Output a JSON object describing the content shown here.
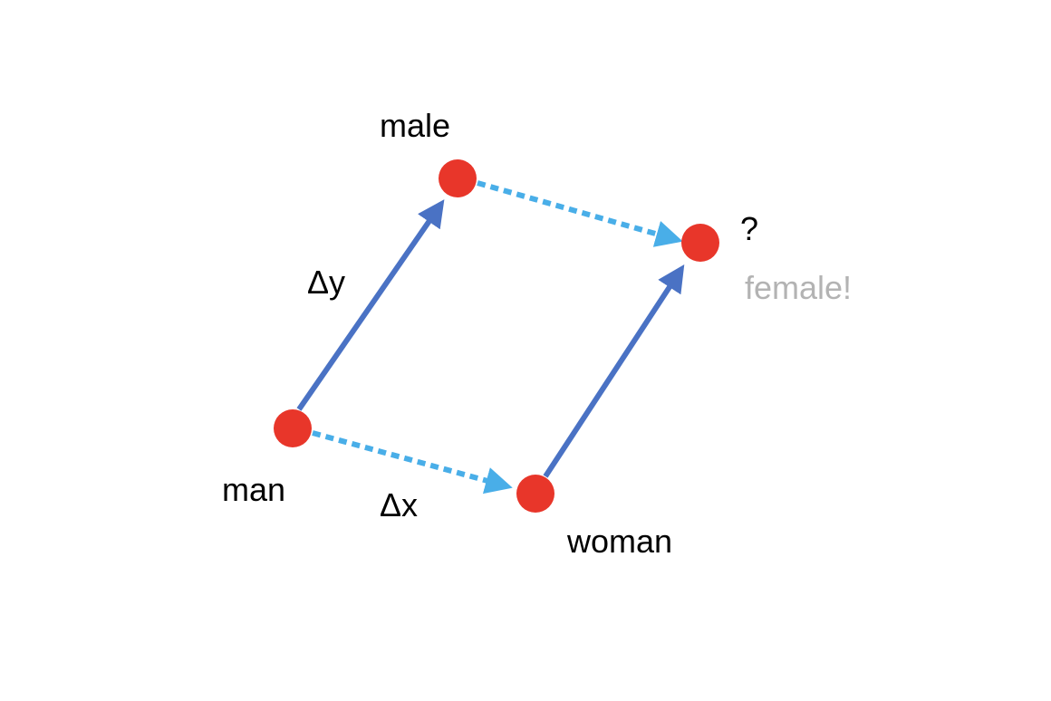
{
  "nodes": {
    "man": {
      "label": "man"
    },
    "male": {
      "label": "male"
    },
    "woman": {
      "label": "woman"
    },
    "unknown": {
      "label": "?",
      "answer": "female!"
    }
  },
  "edges": {
    "delta_x": {
      "label": "Δx"
    },
    "delta_y": {
      "label": "Δy"
    }
  },
  "colors": {
    "node": "#e8362a",
    "solid_arrow": "#4a72c4",
    "dotted_arrow": "#49aee8",
    "label_text": "#000000",
    "answer_text": "#b3b3b3"
  }
}
